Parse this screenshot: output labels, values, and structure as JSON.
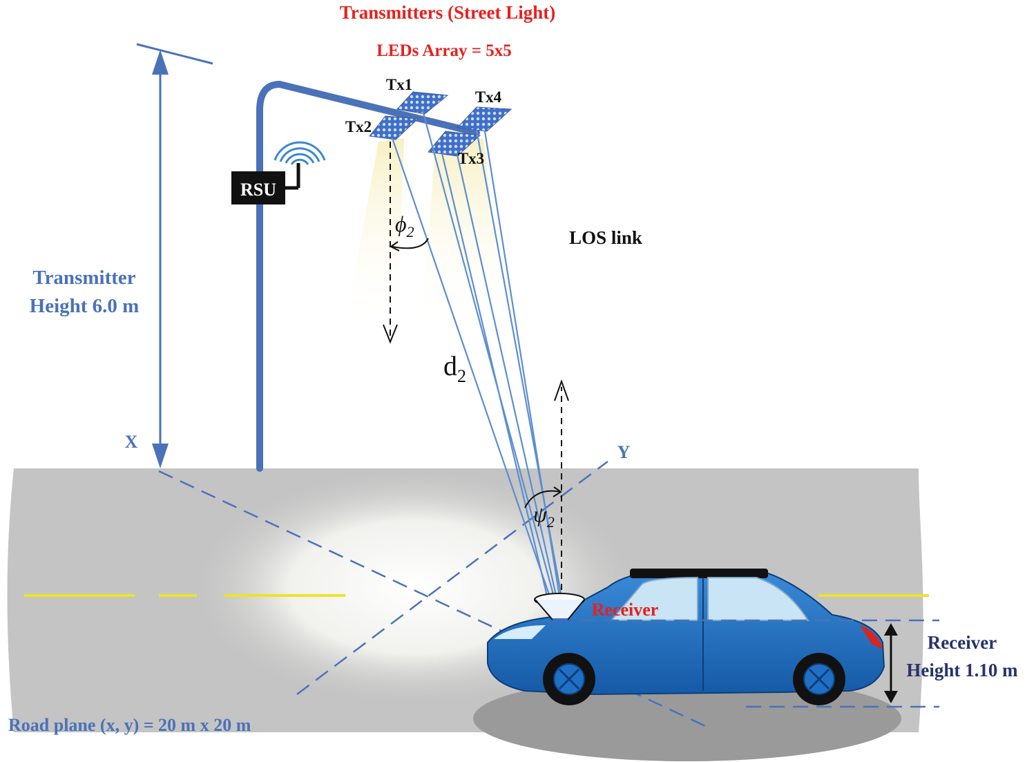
{
  "title": "Transmitters (Street Light)",
  "subtitle": "LEDs Array = 5x5",
  "transmitters": [
    "Tx1",
    "Tx2",
    "Tx3",
    "Tx4"
  ],
  "rsu_label": "RSU",
  "los_label": "LOS link",
  "transmitter_height": {
    "line1": "Transmitter",
    "line2": "Height 6.0 m"
  },
  "receiver_height": {
    "line1": "Receiver",
    "line2": "Height 1.10 m"
  },
  "receiver_label": "Receiver",
  "axis_x": "X",
  "axis_y": "Y",
  "distance_label": {
    "base": "d",
    "sub": "2"
  },
  "irradiance_angle": {
    "base": "ϕ",
    "sub": "2"
  },
  "incidence_angle": {
    "base": "ψ",
    "sub": "2"
  },
  "road_plane": "Road plane (x, y) = 20 m x 20 m",
  "colors": {
    "title_red": "#e8201c",
    "label_blue": "#4a72b8",
    "label_navy": "#26336b",
    "road_gray": "#c4c4c4",
    "lane_yellow": "#ece32a",
    "car_blue": "#1f6fc4",
    "pole_blue": "#4a72b8"
  }
}
